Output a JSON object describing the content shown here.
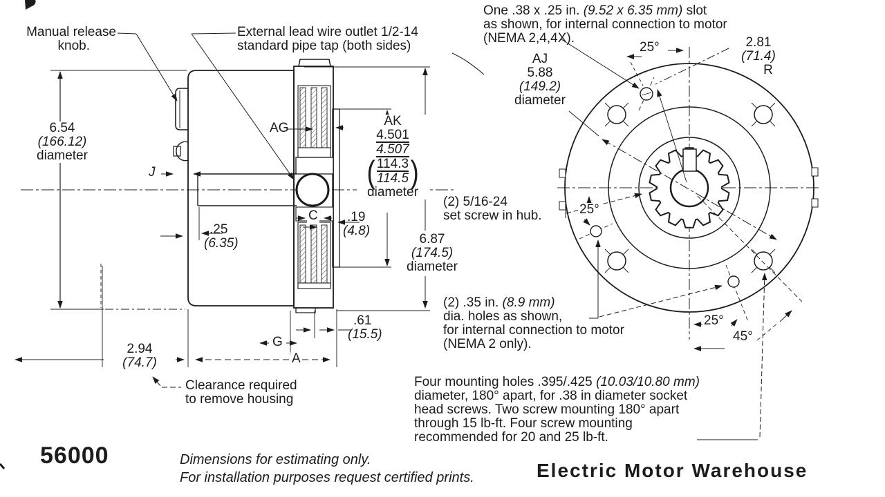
{
  "colors": {
    "paper": "#ffffff",
    "ink": "#1c1c1c"
  },
  "side_view": {
    "manual_release_line1": "Manual release",
    "manual_release_line2": "knob.",
    "lead_wire_line1": "External lead wire outlet 1/2-14",
    "lead_wire_line2": "standard pipe tap (both sides)",
    "dia_654": {
      "value": "6.54",
      "metric": "(166.12)",
      "word": "diameter"
    },
    "j_label": "J",
    "ag_label": "AG",
    "ak": {
      "label": "AK",
      "upper": "4.501",
      "lower": "4.507",
      "paren_open": "(",
      "metric_upper": "114.3",
      "metric_lower": "114.5",
      "paren_close": ")",
      "word": "diameter"
    },
    "dim_025": {
      "value": ".25",
      "metric": "(6.35)"
    },
    "dim_019": {
      "value": ".19",
      "metric": "(4.8)"
    },
    "dia_687": {
      "value": "6.87",
      "metric": "(174.5)",
      "word": "diameter"
    },
    "dim_061": {
      "value": ".61",
      "metric": "(15.5)"
    },
    "g_label": "G",
    "a_label": "A",
    "c_label": "C",
    "dim_294": {
      "value": "2.94",
      "metric": "(74.7)"
    },
    "clearance_line1": "Clearance required",
    "clearance_line2": "to remove housing"
  },
  "flange_view": {
    "slot_note": {
      "l1a": "One .38 x .25 in. ",
      "l1b": "(9.52 x 6.35 mm)",
      "l1c": " slot",
      "l2": "as shown, for internal connection to motor",
      "l3": "(NEMA 2,4,4X)."
    },
    "radius_281": {
      "value": "2.81",
      "metric": "(71.4)",
      "suffix": "R"
    },
    "aj": {
      "label": "AJ",
      "value": "5.88",
      "metric": "(149.2)",
      "word": "diameter"
    },
    "angle_25_top": "25°",
    "angle_25_left": "25°",
    "angle_25_bottom": "25°",
    "angle_45": "45°",
    "set_screw_line1": "(2) 5/16-24",
    "set_screw_line2": "set screw in hub.",
    "holes_note": {
      "l1a": "(2) .35 in. ",
      "l1b": "(8.9 mm)",
      "l2": "dia. holes as shown,",
      "l3": "for internal connection to motor",
      "l4": "(NEMA 2 only)."
    },
    "mounting_note": {
      "l1a": "Four mounting holes .395/.425 ",
      "l1b": "(10.03/10.80 mm)",
      "l2": "diameter, 180° apart, for .38 in diameter socket",
      "l3": "head screws. Two screw mounting 180° apart",
      "l4": "through 15 lb-ft. Four screw mounting",
      "l5": "recommended for 20 and 25 lb-ft."
    }
  },
  "footer": {
    "model": "56000",
    "disclaimer_line1": "Dimensions for estimating only.",
    "disclaimer_line2": "For installation purposes request certified prints.",
    "brand": "Electric Motor Warehouse"
  }
}
